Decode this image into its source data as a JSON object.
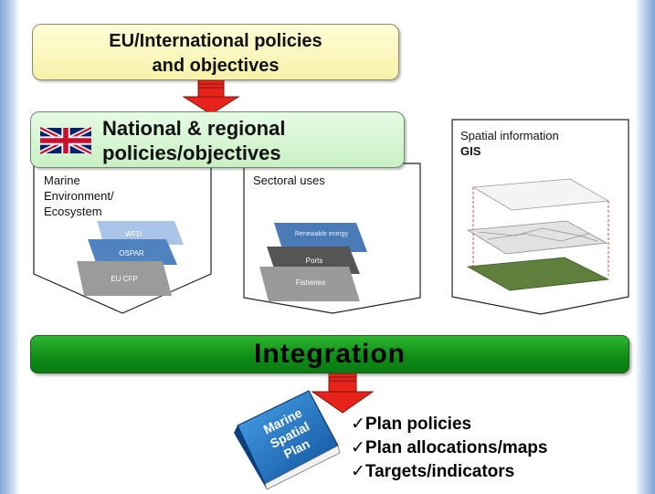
{
  "top_box": {
    "line1": "EU/International policies",
    "line2": "and objectives"
  },
  "national_box": {
    "line1": "National & regional",
    "line2": "policies/objectives",
    "flag_icon": "uk-flag-icon"
  },
  "panels": {
    "marine": {
      "label_lines": [
        "Marine",
        "Environment/",
        "Ecosystem"
      ],
      "layers": [
        "WFD",
        "OSPAR",
        "EU CFP"
      ]
    },
    "sectoral": {
      "label": "Sectoral uses",
      "layers": [
        "Renewable energy",
        "Ports",
        "Fisheries"
      ]
    },
    "spatial": {
      "label_line1": "Spatial information",
      "label_line2": "GIS"
    }
  },
  "integration": {
    "label": "Integration"
  },
  "plan_book": {
    "label_lines": [
      "Marine",
      "Spatial",
      "Plan"
    ]
  },
  "outputs": [
    "✓Plan policies",
    "✓Plan allocations/maps",
    "✓Targets/indicators"
  ],
  "colors": {
    "arrow_red": "#e8231c",
    "integration_green": "#0d8c16",
    "eu_box_yellow": "#f7f2a8",
    "national_box_green": "#c9f0c4"
  }
}
